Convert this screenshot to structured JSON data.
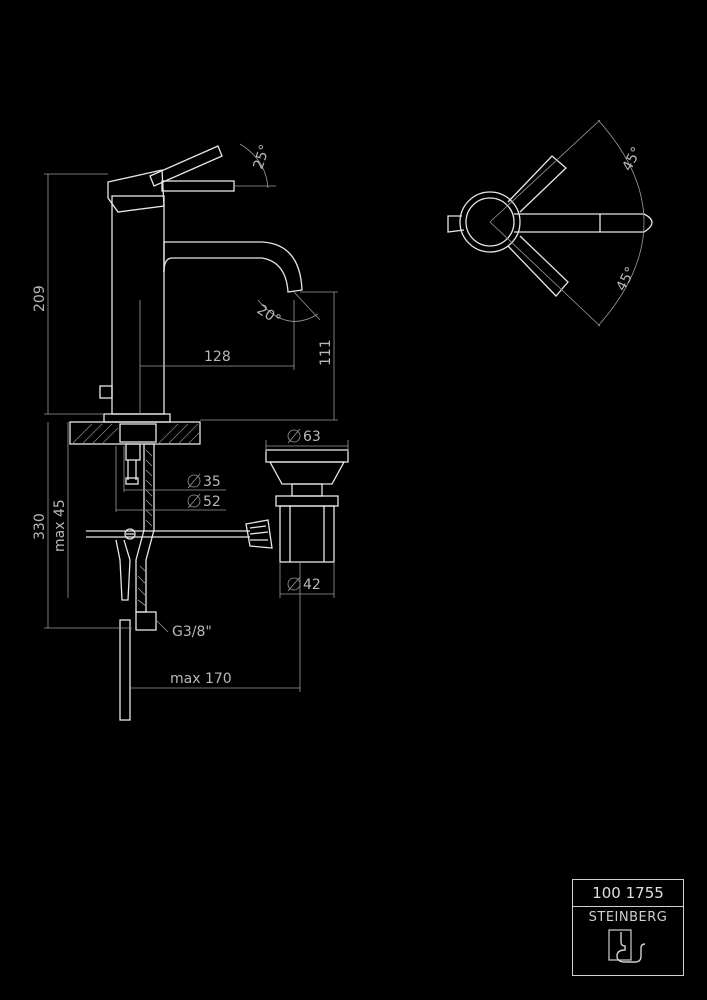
{
  "dimensions": {
    "height_total": "209",
    "handle_angle_top": "25°",
    "spout_angle": "20°",
    "spout_reach": "128",
    "spout_height": "111",
    "below_counter": "330",
    "max_thickness": "max 45",
    "hole_35": "35",
    "hole_52": "52",
    "waste_top_dia": "63",
    "waste_bottom_dia": "42",
    "connection": "G3/8\"",
    "max_reach_170": "max 170",
    "rotation_angle_1": "45°",
    "rotation_angle_2": "45°"
  },
  "title_block": {
    "product_code": "100 1755",
    "brand": "STEINBERG"
  }
}
